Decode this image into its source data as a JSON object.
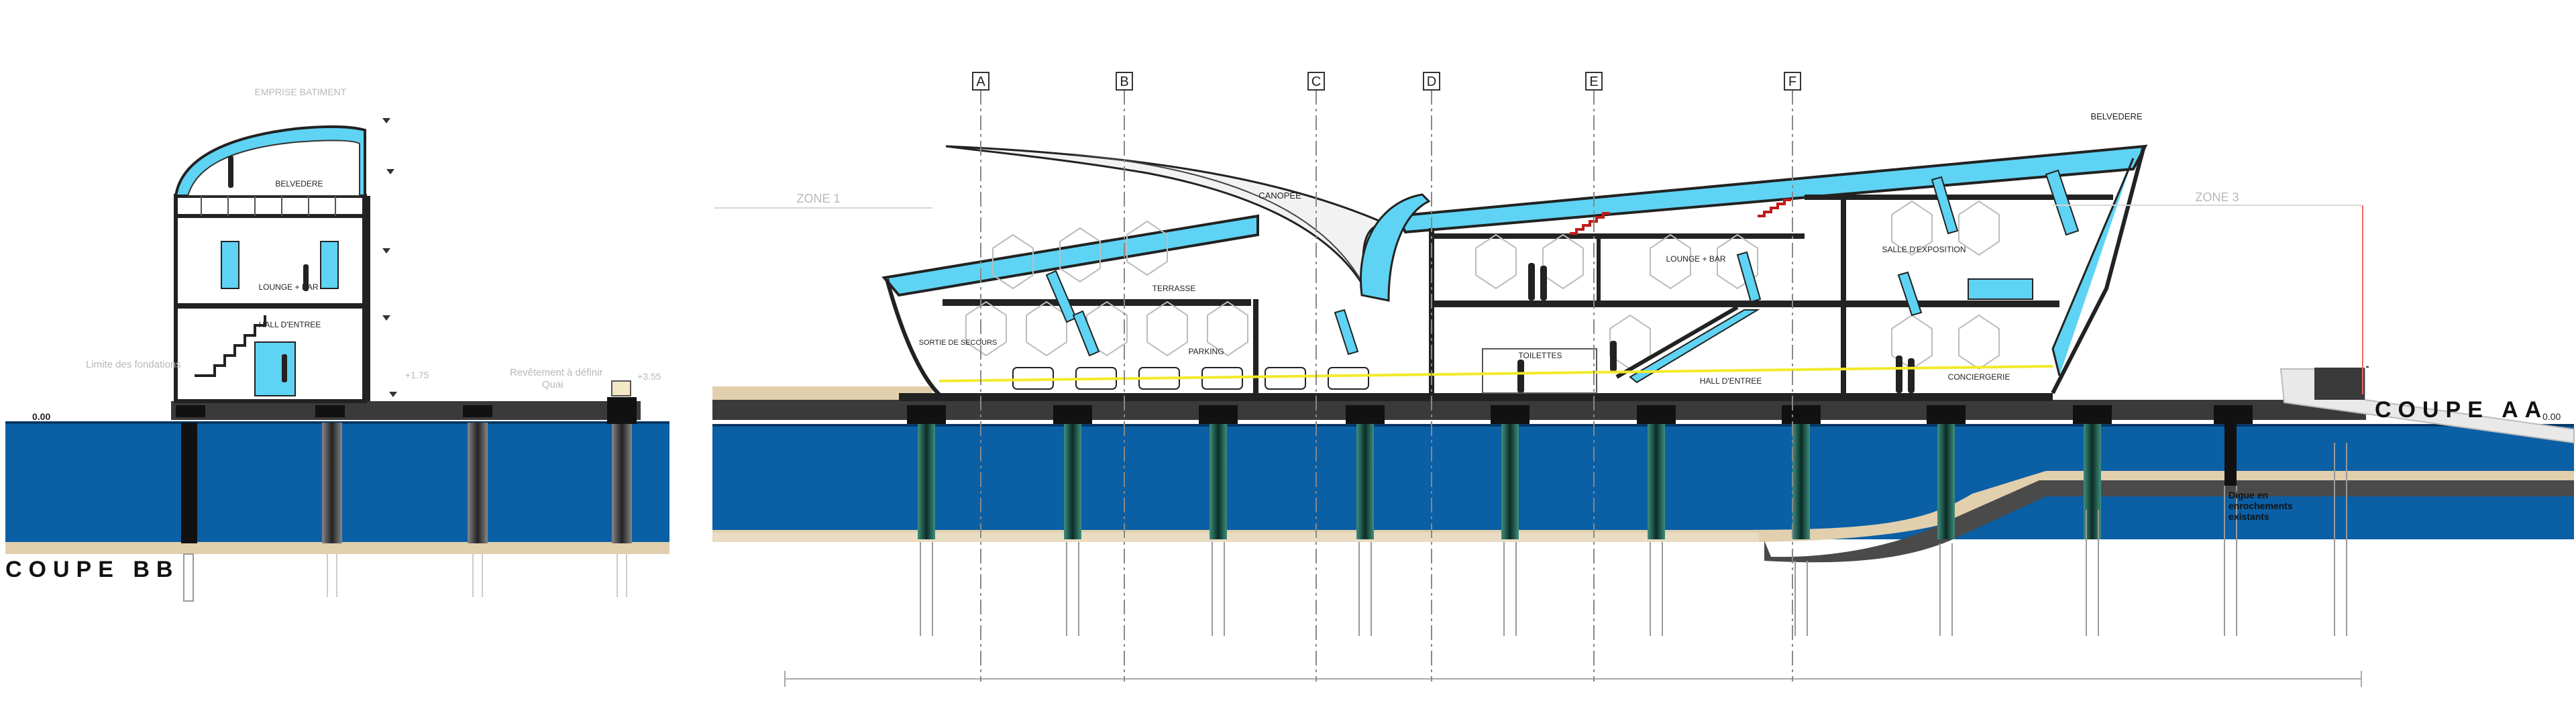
{
  "section_titles": {
    "bb": "COUPE BB",
    "aa": "COUPE AA"
  },
  "axes": [
    "A",
    "B",
    "C",
    "D",
    "E",
    "F"
  ],
  "zones": {
    "z1": "ZONE 1",
    "z3": "ZONE 3"
  },
  "labels_aa": {
    "belvedere": "BELVEDERE",
    "canopee": "CANOPEE",
    "terrasse": "TERRASSE",
    "sortie": "SORTIE DE SECOURS",
    "parking": "PARKING",
    "toilettes": "TOILETTES",
    "lounge": "LOUNGE + BAR",
    "salle": "SALLE D'EXPOSITION",
    "hall": "HALL D'ENTREE",
    "conciergerie": "CONCIERGERIE",
    "digue": "Digue en enrochements existants"
  },
  "labels_bb": {
    "emprise": "EMPRISE BATIMENT",
    "belvedere": "BELVEDERE",
    "lounge": "LOUNGE + BAR",
    "hall": "HALL D'ENTREE",
    "limite": "Limite des fondations",
    "quai": "Quai",
    "revetement": "Revêtement à définir",
    "cote": "+1.75",
    "cote2": "+3.55",
    "level": "0.00"
  },
  "levels": {
    "aa_right": "0.00"
  },
  "colors": {
    "water": "#0a5fa5",
    "glass": "#5fd3f3",
    "sand": "#e2cfad",
    "structure": "#2b2b2b",
    "pile_green": "#1f6b5e",
    "highlight_yellow": "#f2ea2a"
  }
}
